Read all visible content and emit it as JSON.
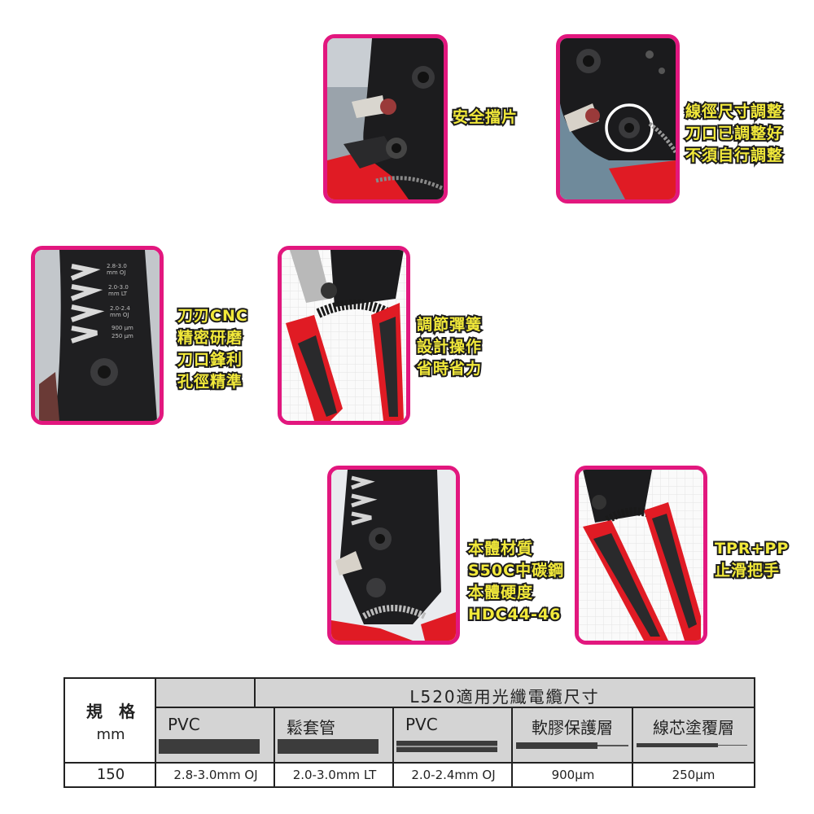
{
  "callouts": {
    "safety_plate": [
      "安全擋片"
    ],
    "wire_gauge": [
      "線徑尺寸調整",
      "刀口已調整好",
      "不須自行調整"
    ],
    "cnc_blade": [
      "刀刃CNC",
      "精密研磨",
      "刀口鋒利",
      "孔徑精準"
    ],
    "spring": [
      "調節彈簧",
      "設計操作",
      "省時省力"
    ],
    "material": [
      "本體材質",
      "S50C中碳鋼",
      "本體硬度",
      "HDC44-46"
    ],
    "grip": [
      "TPR+PP",
      "止滑把手"
    ]
  },
  "blade_engraving": [
    "2.8-3.0",
    "mm OJ",
    "2.0-3.0",
    "mm LT",
    "2.0-2.4",
    "mm OJ",
    "900 μm",
    "250 μm"
  ],
  "table": {
    "title": "L520適用光纖電纜尺寸",
    "spec_label": "規　格",
    "unit": "mm",
    "columns": [
      "PVC",
      "鬆套管",
      "PVC",
      "軟膠保護層",
      "線芯塗覆層"
    ],
    "size": "150",
    "values": [
      "2.8-3.0mm OJ",
      "2.0-3.0mm LT",
      "2.0-2.4mm OJ",
      "900µm",
      "250µm"
    ]
  },
  "colors": {
    "frame": "#e2177e",
    "callout_text": "#f2e93a",
    "callout_outline": "#1d1d1d",
    "handle_red": "#e01b24",
    "header_gray": "#d4d4d4"
  }
}
